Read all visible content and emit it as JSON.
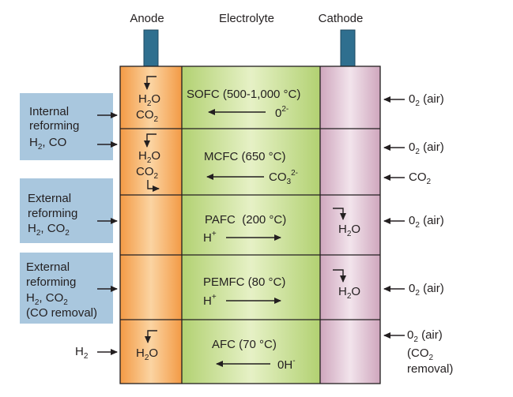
{
  "headers": {
    "anode": "Anode",
    "electrolyte": "Electrolyte",
    "cathode": "Cathode"
  },
  "fuel_boxes": {
    "internal": {
      "line1": "Internal",
      "line2": "reforming",
      "line3": "H",
      "line3_sub": "2",
      "line3_rest": ", CO"
    },
    "external1": {
      "line1": "External",
      "line2": "reforming",
      "line3": "H",
      "line3_sub": "2",
      "line3_mid": ", CO",
      "line3_sub2": "2"
    },
    "external2": {
      "line1": "External",
      "line2": "reforming",
      "line3": "H",
      "line3_sub": "2",
      "line3_mid": ", CO",
      "line3_sub2": "2",
      "line4": "(CO removal)"
    },
    "h2": {
      "text": "H",
      "sub": "2"
    }
  },
  "fuel_cells": [
    {
      "name": "SOFC (500-1,000 °C)",
      "ion": "0",
      "ion_sup": "2-",
      "anode_products": [
        "H2O",
        "CO2"
      ],
      "cathode_inputs": [
        "O2 (air)"
      ]
    },
    {
      "name": "MCFC (650 °C)",
      "ion": "CO",
      "ion_sub": "3",
      "ion_sup": "2-",
      "anode_products": [
        "H2O",
        "CO2"
      ],
      "cathode_inputs": [
        "O2 (air)",
        "CO2"
      ]
    },
    {
      "name": "PAFC  (200 °C)",
      "ion": "H",
      "ion_sup": "+",
      "cathode_products": [
        "H2O"
      ],
      "cathode_inputs": [
        "O2 (air)"
      ]
    },
    {
      "name": "PEMFC (80 °C)",
      "ion": "H",
      "ion_sup": "+",
      "cathode_products": [
        "H2O"
      ],
      "cathode_inputs": [
        "O2 (air)"
      ]
    },
    {
      "name": "AFC (70 °C)",
      "ion": "0H",
      "ion_sup": "-",
      "anode_products": [
        "H2O"
      ],
      "cathode_inputs": [
        "O2 (air)",
        "(CO2",
        "removal)"
      ]
    }
  ],
  "labels": {
    "o2_air": {
      "pre": "0",
      "sub": "2",
      "post": " (air)"
    },
    "co2": {
      "pre": "CO",
      "sub": "2"
    },
    "h2o": {
      "pre": "H",
      "sub": "2",
      "post": "O"
    },
    "co2_removal_a": {
      "pre": "(CO",
      "sub": "2"
    },
    "co2_removal_b": "removal)"
  },
  "colors": {
    "anode": "#f4a460",
    "electrolyte": "#c8e08e",
    "cathode": "#d8b4c8",
    "fuel_box": "#a7c5dc",
    "terminal": "#2e6e8e"
  }
}
